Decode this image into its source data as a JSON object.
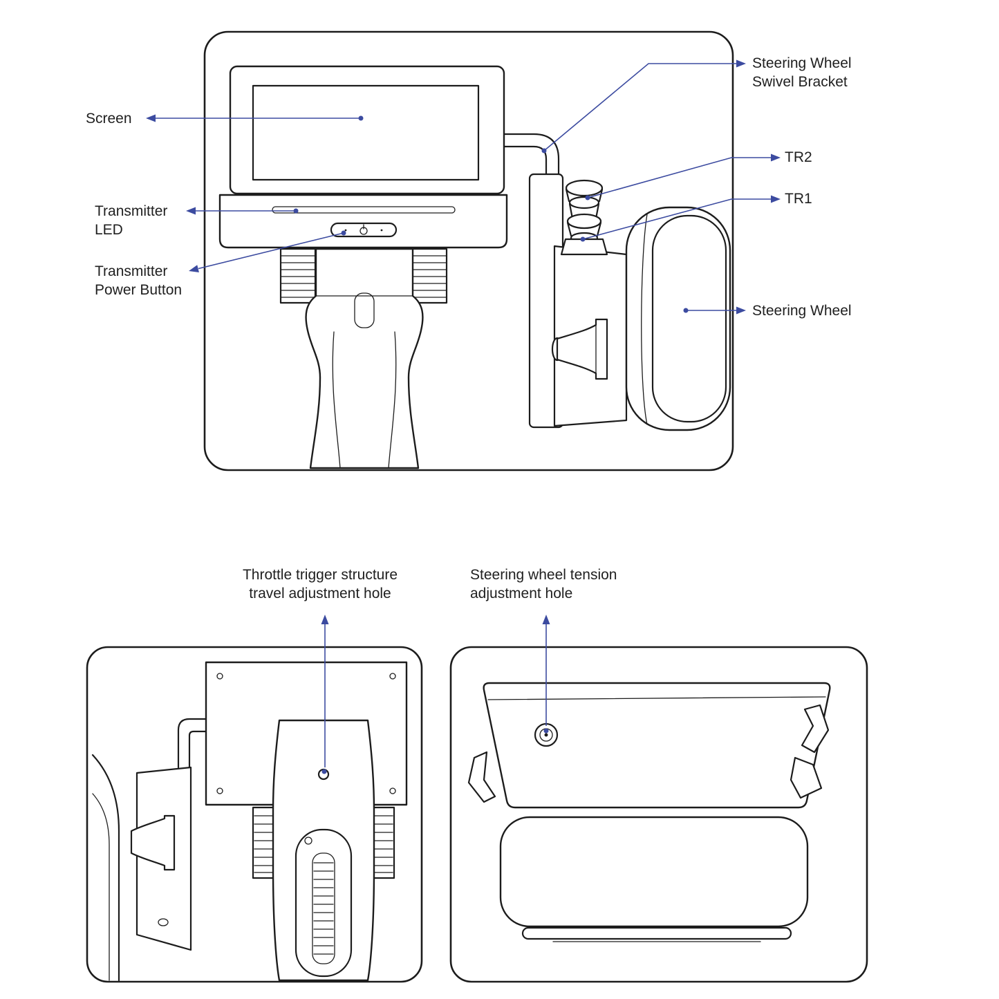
{
  "colors": {
    "background": "#ffffff",
    "line": "#1c1c1c",
    "leader": "#3c4ba0",
    "text": "#1f1f1f"
  },
  "diagram": {
    "top": {
      "labels": {
        "screen": "Screen",
        "transmitter_led": "Transmitter\nLED",
        "transmitter_power_button": "Transmitter\nPower Button",
        "steering_wheel_swivel_bracket": "Steering Wheel\nSwivel Bracket",
        "tr2": "TR2",
        "tr1": "TR1",
        "steering_wheel": "Steering Wheel"
      }
    },
    "bottom_left": {
      "label": "Throttle trigger structure\ntravel adjustment hole"
    },
    "bottom_right": {
      "label": "Steering wheel tension\nadjustment hole"
    }
  }
}
